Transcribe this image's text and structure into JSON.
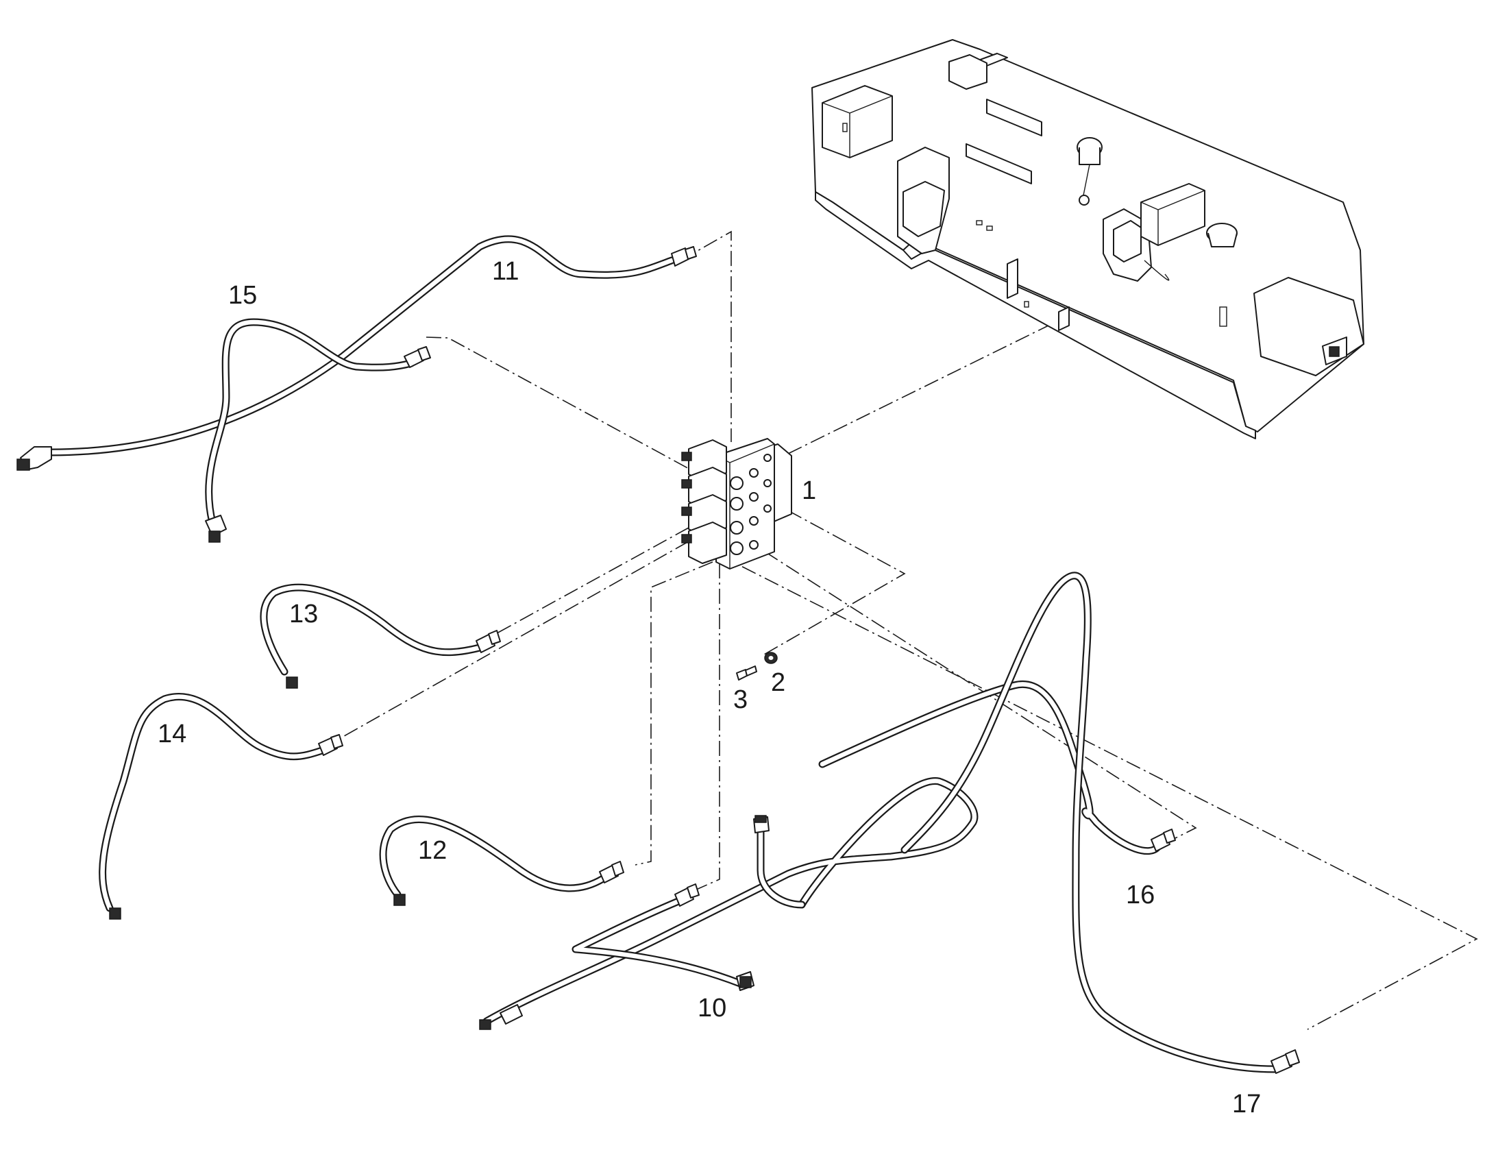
{
  "callouts": [
    {
      "id": "1",
      "label": "1"
    },
    {
      "id": "2",
      "label": "2"
    },
    {
      "id": "3",
      "label": "3"
    },
    {
      "id": "10",
      "label": "10"
    },
    {
      "id": "11",
      "label": "11"
    },
    {
      "id": "12",
      "label": "12"
    },
    {
      "id": "13",
      "label": "13"
    },
    {
      "id": "14",
      "label": "14"
    },
    {
      "id": "15",
      "label": "15"
    },
    {
      "id": "16",
      "label": "16"
    },
    {
      "id": "17",
      "label": "17"
    }
  ]
}
